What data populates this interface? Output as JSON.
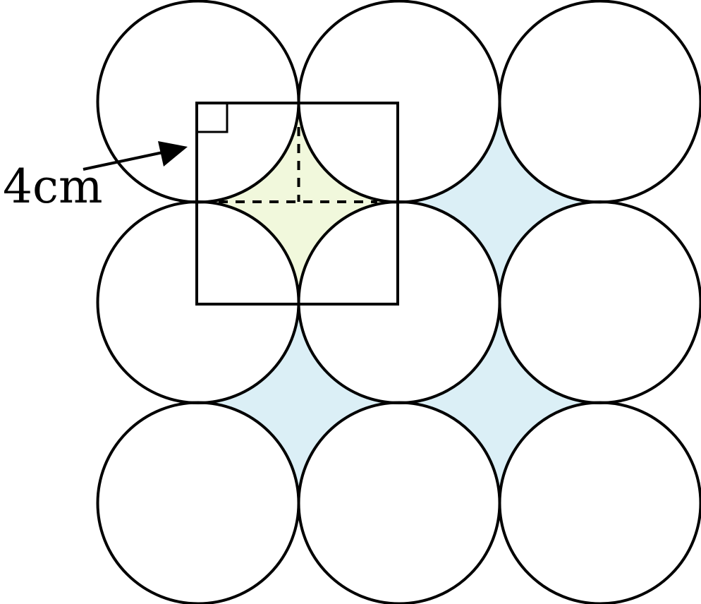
{
  "label": "4cm",
  "colors": {
    "highlight": "#f1f8dc",
    "shade": "#dbeff6",
    "stroke": "#000000"
  },
  "grid": {
    "rows": 3,
    "cols": 3
  }
}
